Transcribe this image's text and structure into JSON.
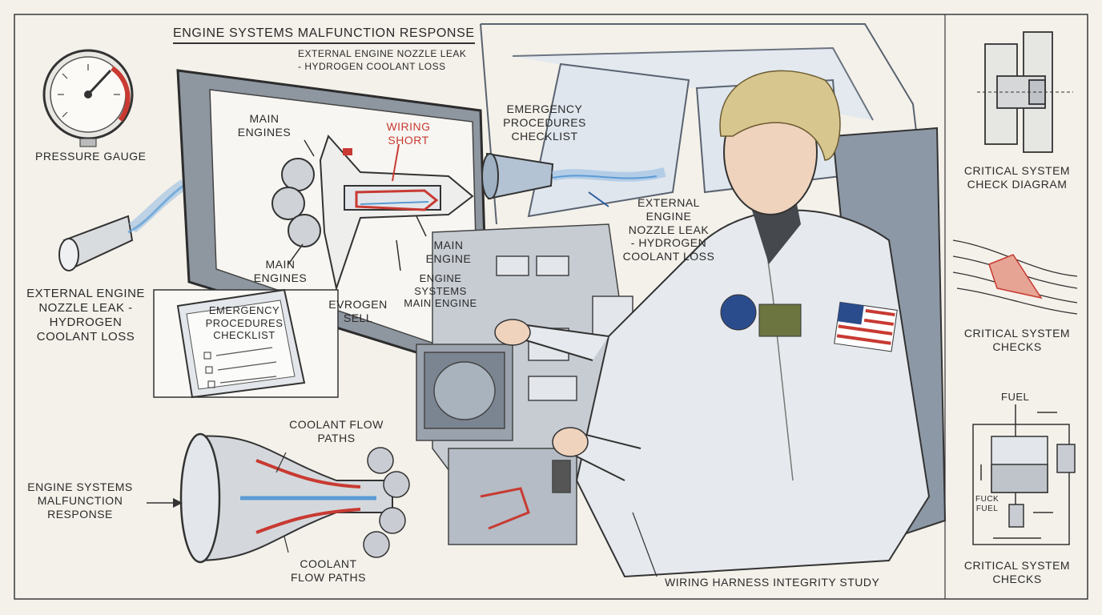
{
  "title": "ENGINE SYSTEMS MALFUNCTION RESPONSE",
  "subtitle": {
    "line1": "EXTERNAL ENGINE NOZZLE LEAK",
    "line2": "- HYDROGEN COOLANT LOSS"
  },
  "left": {
    "pressure_gauge": "PRESSURE GAUGE",
    "nozzle_leak": {
      "line1": "EXTERNAL ENGINE",
      "line2": "NOZZLE LEAK -",
      "line3": "HYDROGEN",
      "line4": "COOLANT LOSS"
    },
    "engine_systems": {
      "line1": "ENGINE SYSTEMS",
      "line2": "MALFUNCTION",
      "line3": "RESPONSE"
    }
  },
  "monitor": {
    "main_engines_top": {
      "line1": "MAIN",
      "line2": "ENGINES"
    },
    "wiring_short": {
      "line1": "WIRING",
      "line2": "SHORT"
    },
    "main_engines_bottom": {
      "line1": "MAIN",
      "line2": "ENGINES"
    },
    "main_engine": {
      "line1": "MAIN",
      "line2": "ENGINE"
    },
    "engine_systems_main": {
      "line1": "ENGINE SYSTEMS",
      "line2": "MAIN ENGINE"
    },
    "evrogen": {
      "line1": "EVROGEN",
      "line2": "SELL"
    }
  },
  "checklist_panel": {
    "line1": "EMERGENCY",
    "line2": "PROCEDURES",
    "line3": "CHECKLIST"
  },
  "emergency_top": {
    "line1": "EMERGENCY",
    "line2": "PROCEDURES",
    "line3": "CHECKLIST"
  },
  "window_leak": {
    "line1": "EXTERNAL",
    "line2": "ENGINE",
    "line3": "NOZZLE LEAK",
    "line4": "- HYDROGEN",
    "line5": "COOLANT LOSS"
  },
  "coolant_top": {
    "line1": "COOLANT FLOW",
    "line2": "PATHS"
  },
  "coolant_bottom": {
    "line1": "COOLANT",
    "line2": "FLOW PATHS"
  },
  "wiring_harness": "WIRING HARNESS INTEGRITY STUDY",
  "right": {
    "check_diagram": {
      "line1": "CRITICAL SYSTEM",
      "line2": "CHECK DIAGRAM"
    },
    "checks_mid": {
      "line1": "CRITICAL SYSTEM",
      "line2": "CHECKS"
    },
    "fuel": "FUEL",
    "fuck_fuel": {
      "line1": "FUCK",
      "line2": "FUEL"
    },
    "checks_bottom": {
      "line1": "CRITICAL SYSTEM",
      "line2": "CHECKS"
    }
  },
  "colors": {
    "accent_red": "#c83a32",
    "coolant_blue": "#5b9bd5",
    "ink": "#2b2b2b",
    "paper": "#f4f1ea"
  }
}
